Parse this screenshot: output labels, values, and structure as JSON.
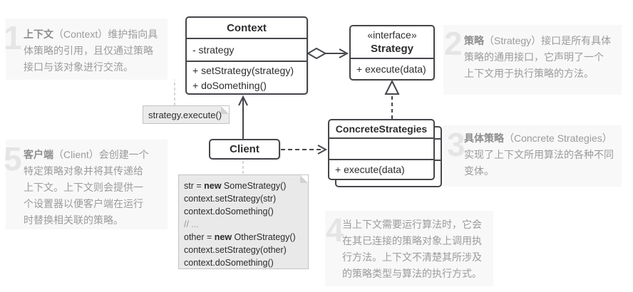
{
  "diagram": {
    "classes": {
      "context": {
        "title": "Context",
        "attributes": [
          "- strategy"
        ],
        "methods": [
          "+ setStrategy(strategy)",
          "+ doSomething()"
        ]
      },
      "strategy": {
        "stereotype": "«interface»",
        "title": "Strategy",
        "methods": [
          "+ execute(data)"
        ]
      },
      "concrete": {
        "title": "ConcreteStrategies",
        "methods": [
          "+ execute(data)"
        ]
      },
      "client": {
        "title": "Client"
      }
    },
    "notes": {
      "execute_note": "strategy.execute()",
      "code_lines": [
        [
          {
            "t": "str = "
          },
          {
            "t": "new",
            "b": true
          },
          {
            "t": " SomeStrategy()"
          }
        ],
        [
          {
            "t": "context.setStrategy(str)"
          }
        ],
        [
          {
            "t": "context.doSomething()"
          }
        ],
        [
          {
            "t": "// ...",
            "c": true
          }
        ],
        [
          {
            "t": "other = "
          },
          {
            "t": "new",
            "b": true
          },
          {
            "t": " OtherStrategy()"
          }
        ],
        [
          {
            "t": "context.setStrategy(other)"
          }
        ],
        [
          {
            "t": "context.doSomething()"
          }
        ]
      ]
    },
    "relationships": [
      "context-aggregates-strategy",
      "concrete-strategies-implements-strategy",
      "client-uses-context",
      "client-creates-concrete-strategy"
    ]
  },
  "annotations": [
    {
      "number": "1",
      "lead": "上下文",
      "body": "（Context）维护指向具\n体策略的引用，且仅通过策略\n接口与该对象进行交流。"
    },
    {
      "number": "2",
      "lead": "策略",
      "body": "（Strategy）接口是所有具体\n策略的通用接口，它声明了一个\n上下文用于执行策略的方法。"
    },
    {
      "number": "3",
      "lead": "具体策略",
      "body": "（Concrete Strategies）\n实现了上下文所用算法的各种不同\n变体。"
    },
    {
      "number": "4",
      "lead": "",
      "body": "当上下文需要运行算法时，它会\n在其已连接的策略对象上调用执\n行方法。上下文不清楚其所涉及\n的策略类型与算法的执行方式。"
    },
    {
      "number": "5",
      "lead": "客户端",
      "body": "（Client）会创建一个\n特定策略对象并将其传递给\n上下文。上下文则会提供一\n个设置器以便客户端在运行\n时替换相关联的策略。"
    }
  ],
  "colors": {
    "line": "#45474b",
    "note_bg": "#ebebeb",
    "annotation_bg": "#f8f8f8",
    "annotation_text": "#9b9b9b",
    "annotation_number": "#e5e5e5",
    "note_connector": "#c9c9c9"
  }
}
